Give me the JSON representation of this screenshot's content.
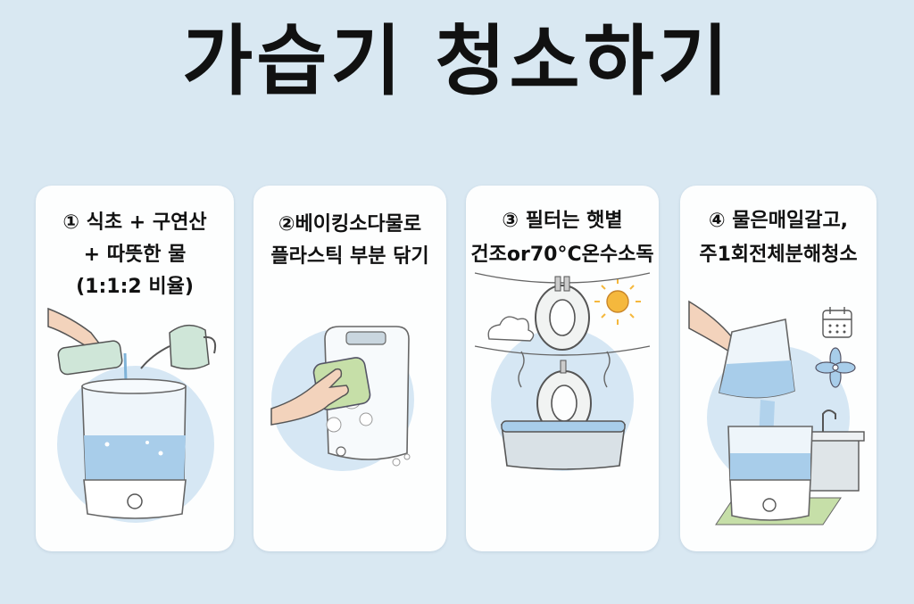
{
  "title": "가습기 청소하기",
  "steps": [
    {
      "lines": [
        "① 식초 + 구연산",
        "+ 따뜻한 물",
        "(1:1:2 비율)"
      ]
    },
    {
      "lines": [
        "②베이킹소다물로",
        "플라스틱 부분 닦기"
      ]
    },
    {
      "lines": [
        "③ 필터는 햇볕",
        "건조or70°C온수소독"
      ]
    },
    {
      "lines": [
        "④  물은매일갈고,",
        "주1회전체분해청소"
      ]
    }
  ],
  "colors": {
    "background": "#d9e8f2",
    "card": "#fdfefe",
    "water": "#a8cdea",
    "accent_sun": "#f5b83d"
  }
}
